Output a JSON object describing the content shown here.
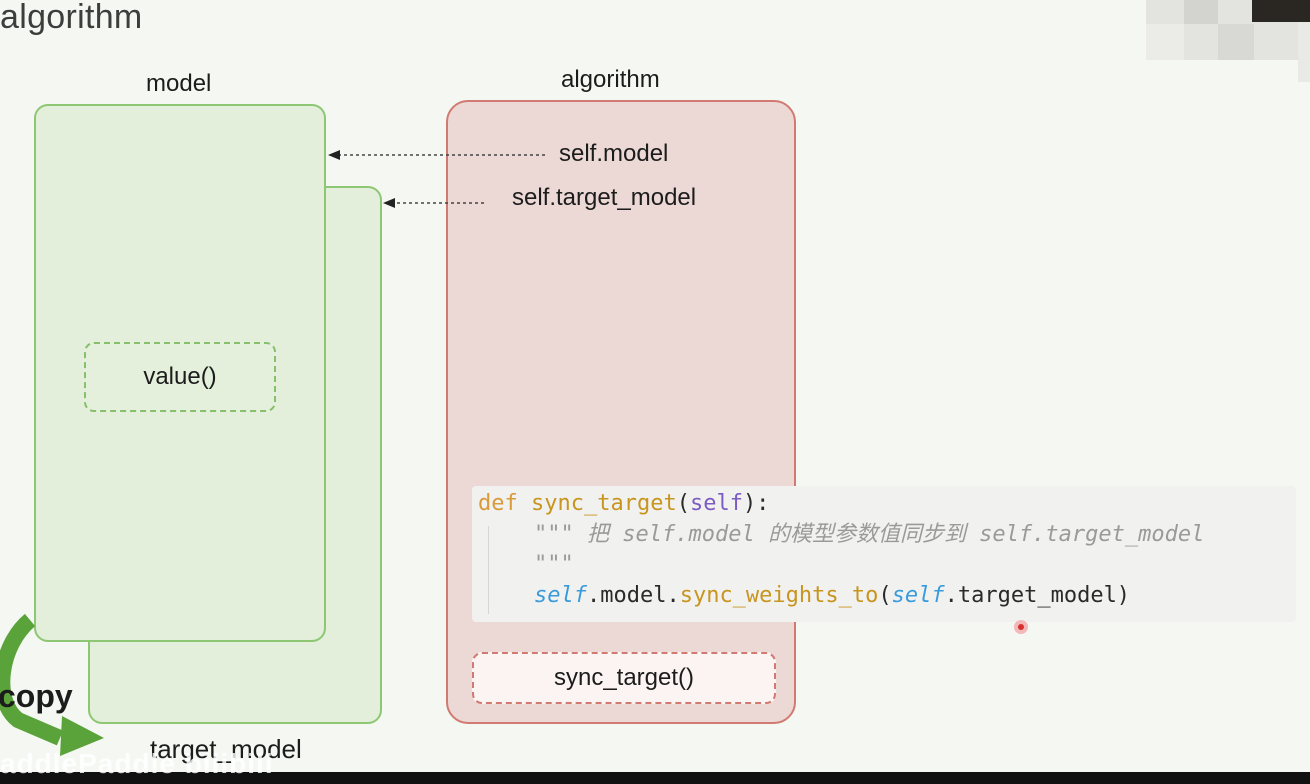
{
  "page": {
    "title": "algorithm"
  },
  "model": {
    "label": "model",
    "inner_method": "value()"
  },
  "target_model": {
    "label": "target_model"
  },
  "algorithm": {
    "label": "algorithm",
    "ref_model": "self.model",
    "ref_target_model": "self.target_model",
    "method": "sync_target()"
  },
  "code": {
    "def_kw": "def",
    "func_name": "sync_target",
    "open_paren": "(",
    "self_param": "self",
    "close_sig": "):",
    "doc_quote": "\"\"\"",
    "doc_text": "把 self.model 的模型参数值同步到 self.target_model",
    "body_self1": "self",
    "body_dot1": ".model.",
    "body_method": "sync_weights_to",
    "body_open": "(",
    "body_self2": "self",
    "body_rest": ".target_model)"
  },
  "copy_label": "copy",
  "watermark": "addlePaddle  bilibili",
  "colors": {
    "green_fill": "#e3efdb",
    "green_border": "#8ec773",
    "red_fill": "#ecd9d5",
    "red_border": "#d07a72",
    "copy_arrow": "#5aa33a"
  }
}
